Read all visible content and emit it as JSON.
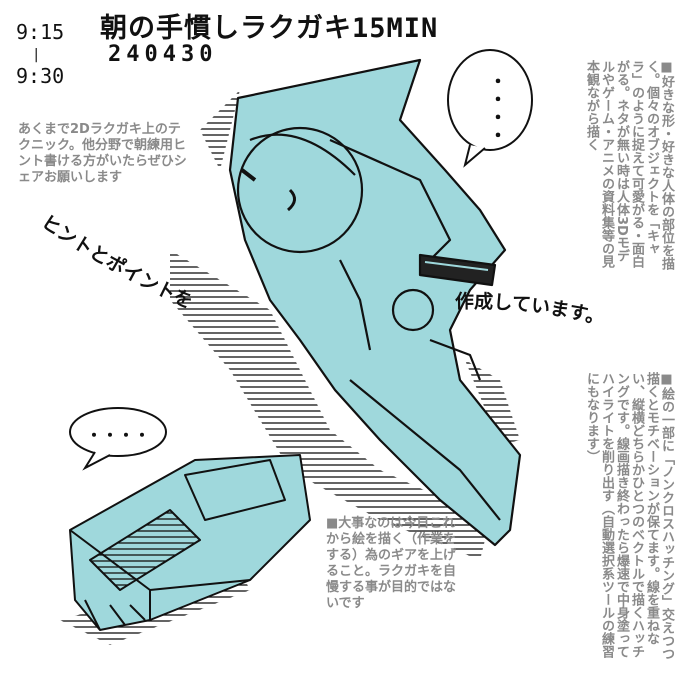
{
  "header": {
    "time_start": "9:15",
    "time_dash": "|",
    "time_end": "9:30",
    "title": "朝の手慣しラクガキ15MIN",
    "date": "240430"
  },
  "notes": {
    "left_top": "あくまで2Dラクガキ上のテクニック。他分野で朝練用ヒント書ける方がいたらぜひシェアお願いします",
    "right_column_1": "■好きな形・好きな人体の部位を描く。個々のオブジェクトを「キャラ」のように捉えて可愛がる・面白がる。ネタが無い時は人体3Dモデルやゲーム・アニメの資料集等の見本観ながら描く",
    "right_column_2": "■絵の一部に「ノンクロスハッチング」交えつつ描くとモチベーションが保てます。線を重ねない、縦横どちらかひとつのベクトルで描くハッチングです。線画描き終わったら爆速で中身塗ってハイライトを削り出す（自動選択系ツールの練習にもなります）",
    "bottom_center": "■大事なのは今日これから絵を描く（作業をする）為のギアを上げること。ラクガキを自慢する事が目的ではないです"
  },
  "handwritten": {
    "curve_left": "ヒントとポイントを",
    "curve_right": "作成しています。",
    "bubble_top": "・・・・",
    "bubble_bottom": "・・・・"
  },
  "colors": {
    "fill": "#9fd8dc",
    "ink": "#111111",
    "note_gray": "#8a8a8a"
  }
}
